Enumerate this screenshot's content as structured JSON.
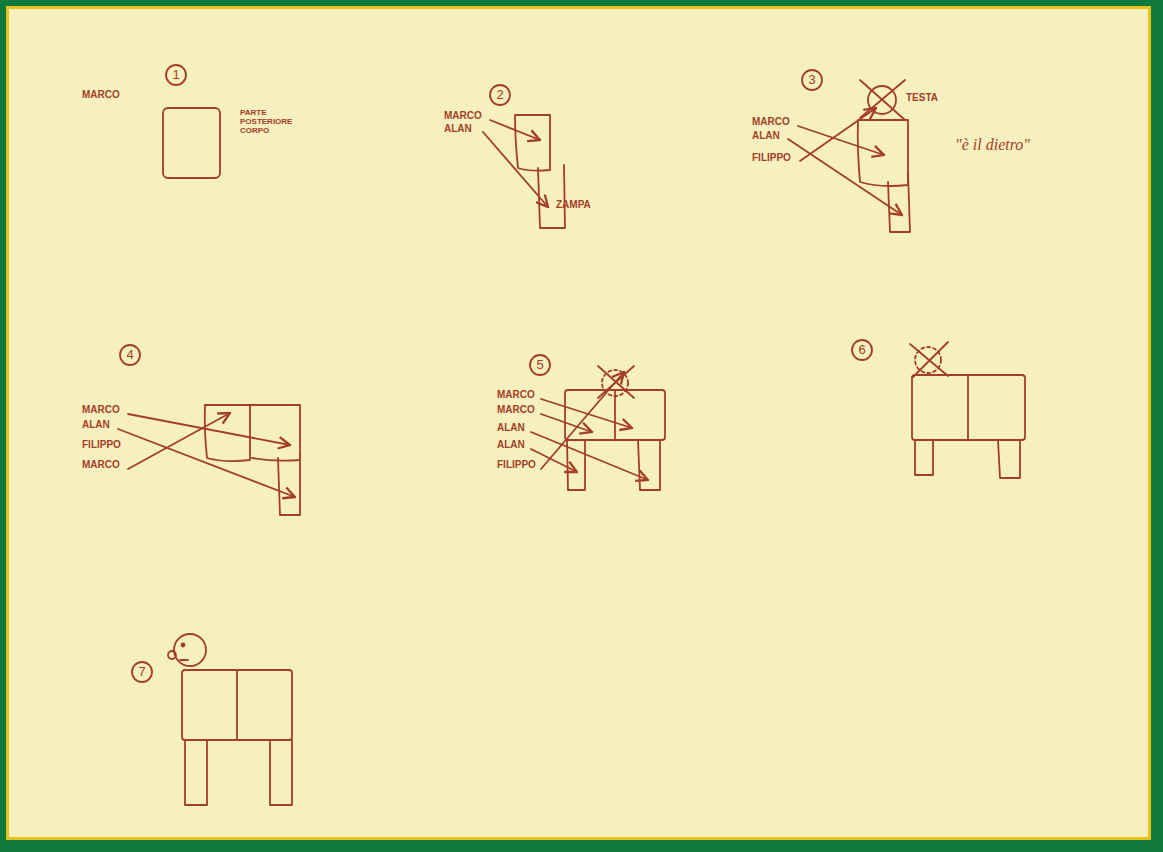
{
  "diagram": {
    "labels": [
      "1",
      "MARCO",
      "PARTE POSTERIORE CORPO",
      "2",
      "MARCO",
      "ALAN",
      "ZAMPA",
      "3",
      "TESTA",
      "MARCO",
      "ALAN",
      "FILIPPO",
      "\"è il dietro\"",
      "4",
      "MARCO",
      "ALAN",
      "FILIPPO",
      "MARCO",
      "5",
      "MARCO",
      "MARCO",
      "ALAN",
      "ALAN",
      "FILIPPO",
      "6",
      "7"
    ]
  }
}
